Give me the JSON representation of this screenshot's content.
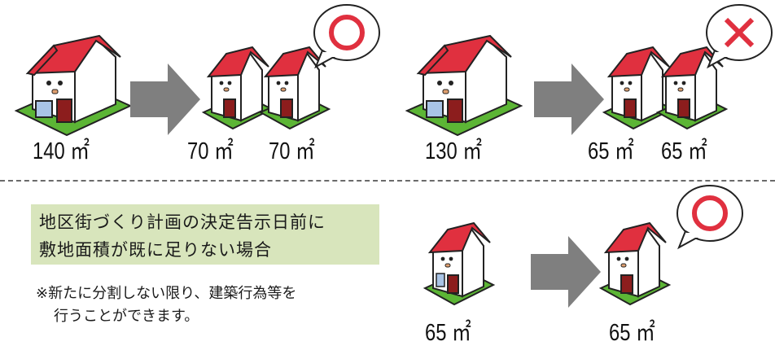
{
  "examples": [
    {
      "before_area": "140 ㎡",
      "after_areas": [
        "70 ㎡",
        "70 ㎡"
      ],
      "verdict": "○"
    },
    {
      "before_area": "130 ㎡",
      "after_areas": [
        "65 ㎡",
        "65 ㎡"
      ],
      "verdict": "×"
    },
    {
      "before_area": "65 ㎡",
      "after_areas": [
        "65 ㎡"
      ],
      "verdict": "○"
    }
  ],
  "note": {
    "heading_line1": "地区街づくり計画の決定告示日前に",
    "heading_line2": "敷地面積が既に足りない場合",
    "remark_line1": "※新たに分割しない限り、建築行為等を",
    "remark_line2": "行うことができます。"
  },
  "colors": {
    "roof": "#e0303f",
    "lawn": "#5cb535",
    "door": "#8c1d1d",
    "window": "#a9c4e6",
    "arrow": "#7f7f7f",
    "ok_mark": "#e0303f",
    "ng_mark": "#e0303f",
    "note_background": "#d8e5bc"
  },
  "icons": [
    "house-icon",
    "arrow-right-icon",
    "circle-mark-icon",
    "cross-mark-icon"
  ]
}
